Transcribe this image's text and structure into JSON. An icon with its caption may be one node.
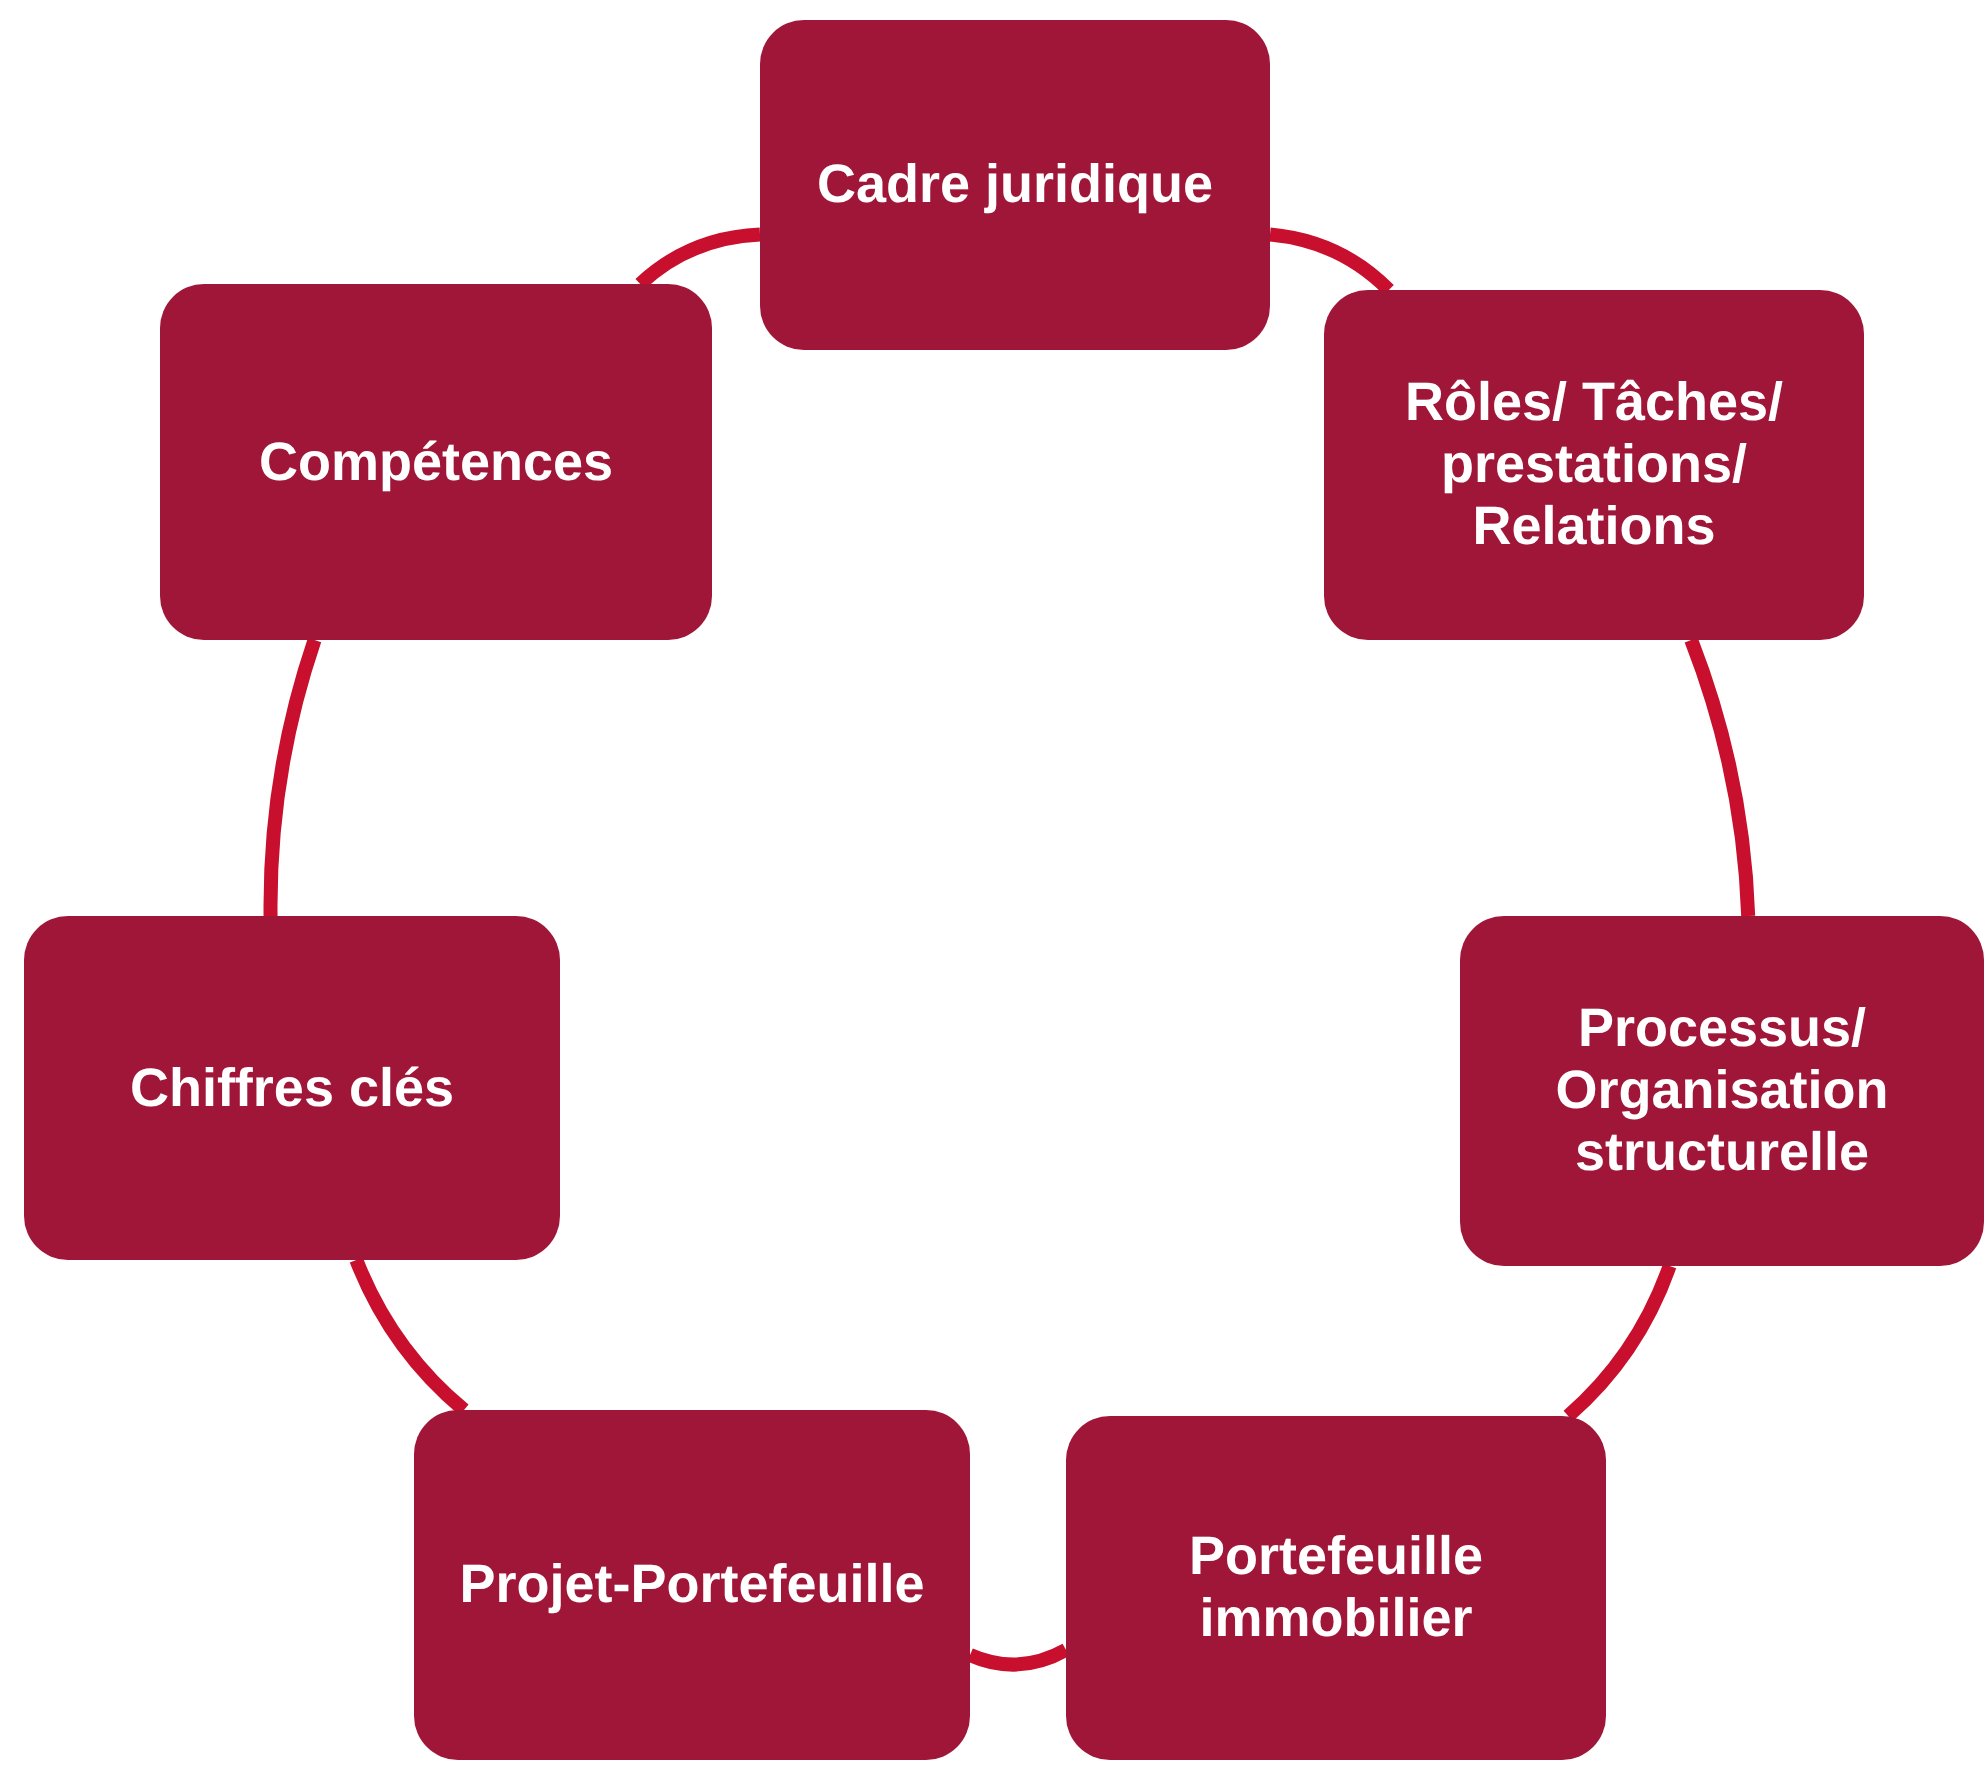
{
  "diagram": {
    "nodes": [
      {
        "text": [
          "Cadre juridique"
        ]
      },
      {
        "text": [
          "Rôles/ Tâches/ prestations/ Relations"
        ]
      },
      {
        "text": [
          "Processus/ Organisation structurelle"
        ]
      },
      {
        "text": [
          "Portefeuille immobilier"
        ]
      },
      {
        "text": [
          "Projet-Portefeuille"
        ]
      },
      {
        "text": [
          "Chiffres clés"
        ]
      },
      {
        "text": [
          "Compétences"
        ]
      }
    ],
    "edges": [
      {
        "from": 0,
        "to": 1,
        "arrow": "none"
      },
      {
        "from": 1,
        "to": 2,
        "arrow": "none"
      },
      {
        "from": 2,
        "to": 3,
        "arrow": "none"
      },
      {
        "from": 3,
        "to": 4,
        "arrow": "none"
      },
      {
        "from": 4,
        "to": 5,
        "arrow": "none"
      },
      {
        "from": 5,
        "to": 6,
        "arrow": "none"
      },
      {
        "from": 6,
        "to": 0,
        "arrow": "none"
      }
    ]
  }
}
